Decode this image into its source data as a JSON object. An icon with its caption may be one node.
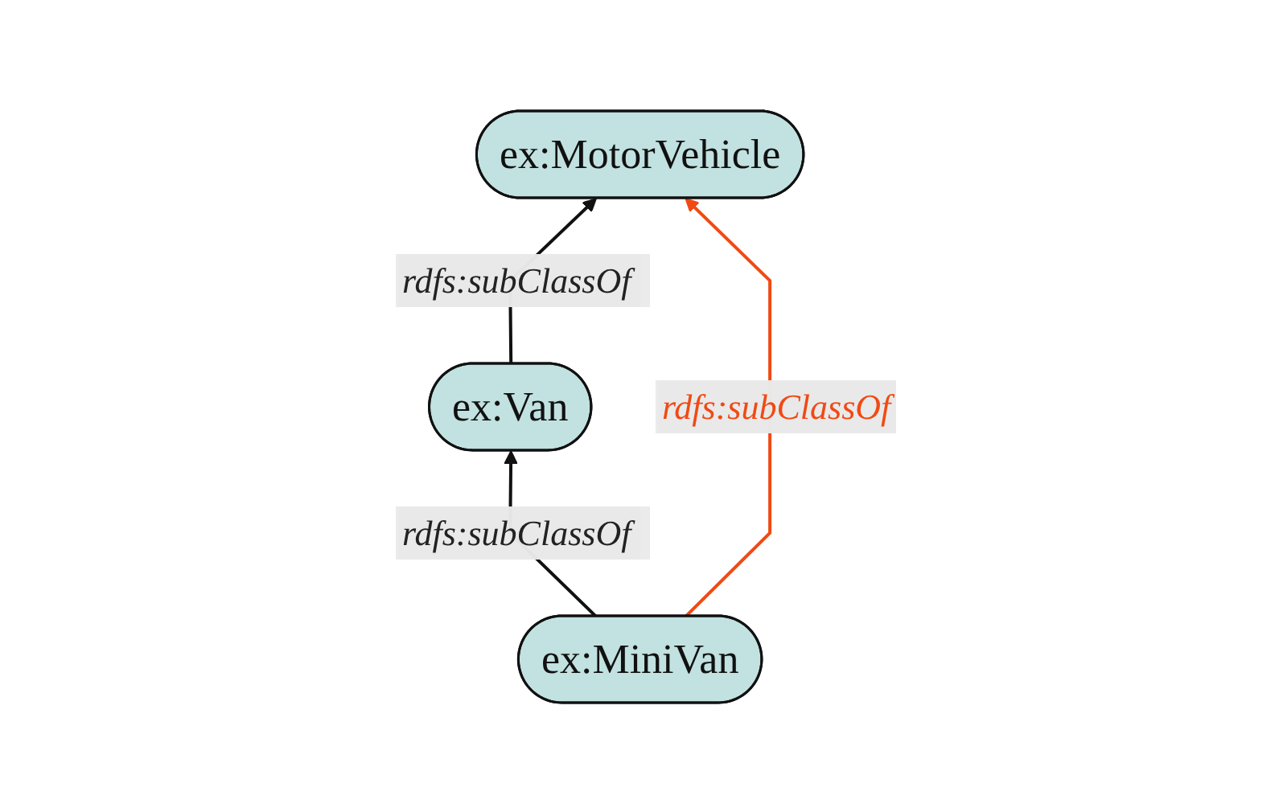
{
  "diagram": {
    "nodes": [
      {
        "text": [
          "ex:MotorVehicle"
        ]
      },
      {
        "text": [
          "ex:Van"
        ]
      },
      {
        "text": [
          "ex:MiniVan"
        ]
      }
    ],
    "edges": [
      {
        "from": 1,
        "to": 0,
        "arrow": "to",
        "label": "rdfs:subClassOf"
      },
      {
        "from": 2,
        "to": 1,
        "arrow": "to",
        "label": "rdfs:subClassOf"
      },
      {
        "from": 2,
        "to": 0,
        "arrow": "to",
        "label": "rdfs:subClassOf",
        "color": "#f04a14"
      }
    ]
  }
}
